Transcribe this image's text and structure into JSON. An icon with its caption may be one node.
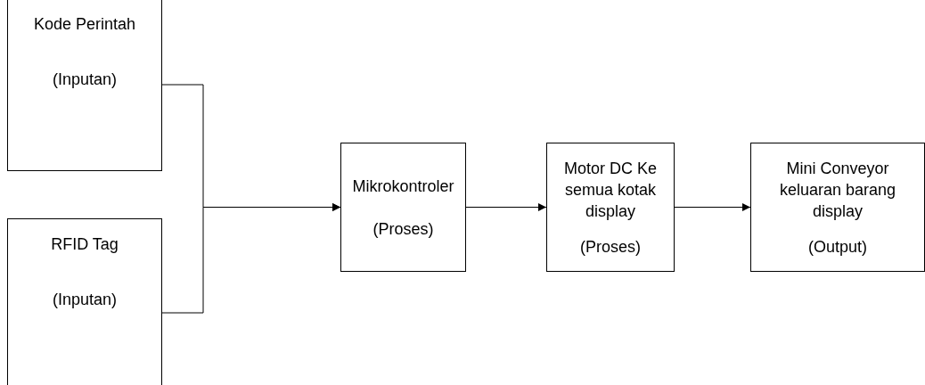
{
  "diagram": {
    "nodes": [
      {
        "text": [
          "Kode Perintah",
          "(Inputan)"
        ]
      },
      {
        "text": [
          "RFID Tag",
          "(Inputan)"
        ]
      },
      {
        "text": [
          "Mikrokontroler",
          "(Proses)"
        ]
      },
      {
        "text": [
          "Motor DC Ke semua kotak display",
          "(Proses)"
        ]
      },
      {
        "text": [
          "Mini Conveyor keluaran barang display",
          "(Output)"
        ]
      }
    ],
    "edges": [
      {
        "from": 0,
        "to": 2,
        "arrow": "to"
      },
      {
        "from": 1,
        "to": 2,
        "arrow": "to"
      },
      {
        "from": 2,
        "to": 3,
        "arrow": "to"
      },
      {
        "from": 3,
        "to": 4,
        "arrow": "to"
      }
    ]
  }
}
